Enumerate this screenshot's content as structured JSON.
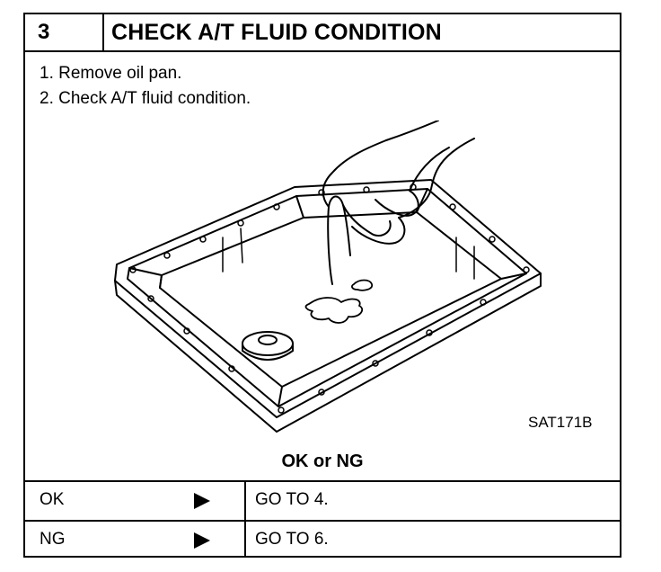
{
  "step": {
    "number": "3",
    "title": "CHECK A/T FLUID CONDITION"
  },
  "instructions": [
    "1. Remove oil pan.",
    "2. Check A/T fluid condition."
  ],
  "figure": {
    "id": "SAT171B"
  },
  "result_heading": "OK or NG",
  "results": [
    {
      "result": "OK",
      "action": "GO TO 4."
    },
    {
      "result": "NG",
      "action": "GO TO 6."
    }
  ]
}
